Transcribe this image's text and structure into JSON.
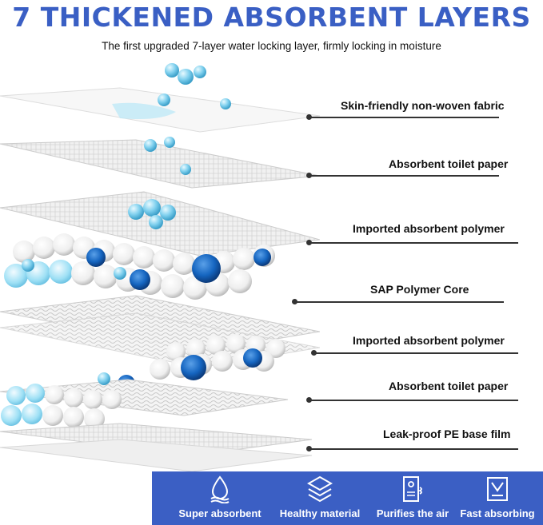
{
  "header": {
    "title": "7 THICKENED ABSORBENT LAYERS",
    "subtitle": "The first upgraded 7-layer water locking layer, firmly locking in moisture"
  },
  "layers": [
    {
      "label": "Skin-friendly non-woven fabric"
    },
    {
      "label": "Absorbent toilet paper"
    },
    {
      "label": "Imported absorbent polymer"
    },
    {
      "label": "SAP Polymer Core"
    },
    {
      "label": "Imported absorbent polymer"
    },
    {
      "label": "Absorbent toilet paper"
    },
    {
      "label": "Leak-proof PE base film"
    }
  ],
  "features": [
    {
      "label": "Super absorbent",
      "icon": "water-drop-icon"
    },
    {
      "label": "Healthy material",
      "icon": "layers-icon"
    },
    {
      "label": "Purifies the air",
      "icon": "air-purifier-icon"
    },
    {
      "label": "Fast absorbing",
      "icon": "diaper-icon"
    }
  ],
  "colors": {
    "title": "#3a5fc4",
    "bar": "#3b5fc4",
    "sap_blue": "#1565c0",
    "water": "#7fd0ee"
  }
}
